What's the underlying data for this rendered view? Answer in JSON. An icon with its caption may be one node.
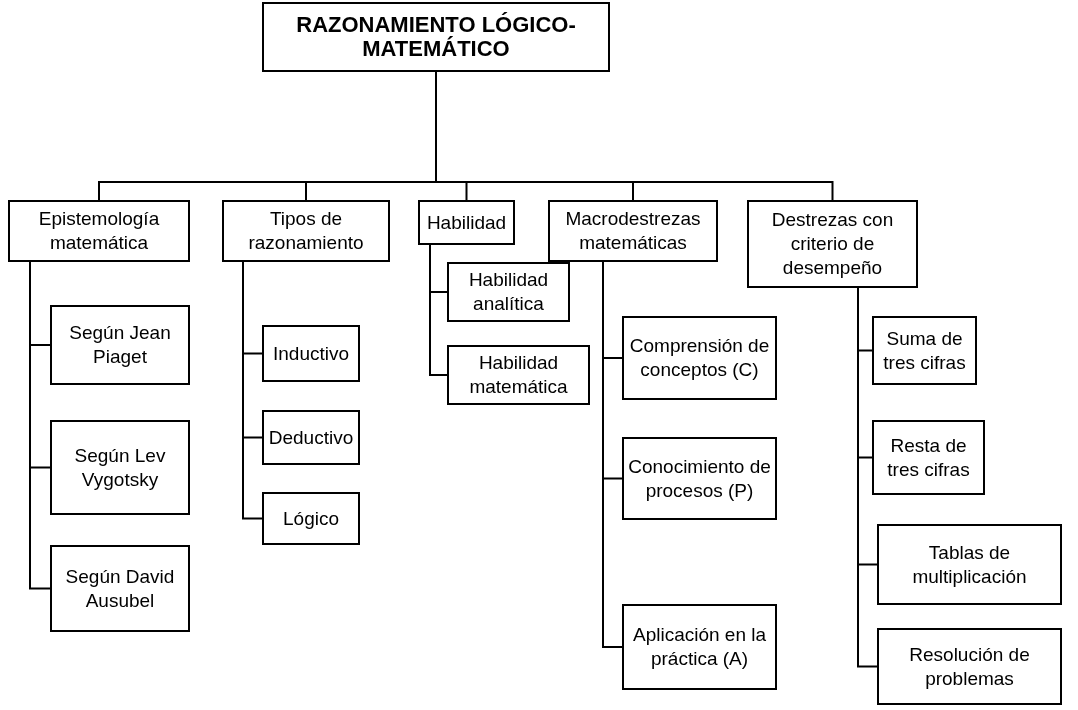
{
  "diagram": {
    "nodes": [
      {
        "text": [
          "RAZONAMIENTO LÓGICO-MATEMÁTICO"
        ]
      },
      {
        "text": [
          "Epistemología matemática"
        ]
      },
      {
        "text": [
          "Según Jean Piaget"
        ]
      },
      {
        "text": [
          "Según Lev Vygotsky"
        ]
      },
      {
        "text": [
          "Según David Ausubel"
        ]
      },
      {
        "text": [
          "Tipos de razonamiento"
        ]
      },
      {
        "text": [
          "Inductivo"
        ]
      },
      {
        "text": [
          "Deductivo"
        ]
      },
      {
        "text": [
          "Lógico"
        ]
      },
      {
        "text": [
          "Habilidad"
        ]
      },
      {
        "text": [
          "Habilidad analítica"
        ]
      },
      {
        "text": [
          "Habilidad matemática"
        ]
      },
      {
        "text": [
          "Macrodestrezas matemáticas"
        ]
      },
      {
        "text": [
          "Comprensión de conceptos (C)"
        ]
      },
      {
        "text": [
          "Conocimiento de procesos (P)"
        ]
      },
      {
        "text": [
          "Aplicación en la práctica (A)"
        ]
      },
      {
        "text": [
          "Destrezas con criterio de desempeño"
        ]
      },
      {
        "text": [
          "Suma de tres cifras"
        ]
      },
      {
        "text": [
          "Resta de tres cifras"
        ]
      },
      {
        "text": [
          "Tablas de multiplicación"
        ]
      },
      {
        "text": [
          "Resolución de problemas"
        ]
      }
    ],
    "edges": [
      {
        "from": 0,
        "to": 1,
        "arrow": "none"
      },
      {
        "from": 0,
        "to": 5,
        "arrow": "none"
      },
      {
        "from": 0,
        "to": 9,
        "arrow": "none"
      },
      {
        "from": 0,
        "to": 12,
        "arrow": "none"
      },
      {
        "from": 0,
        "to": 16,
        "arrow": "none"
      },
      {
        "from": 1,
        "to": 2,
        "arrow": "none"
      },
      {
        "from": 1,
        "to": 3,
        "arrow": "none"
      },
      {
        "from": 1,
        "to": 4,
        "arrow": "none"
      },
      {
        "from": 5,
        "to": 6,
        "arrow": "none"
      },
      {
        "from": 5,
        "to": 7,
        "arrow": "none"
      },
      {
        "from": 5,
        "to": 8,
        "arrow": "none"
      },
      {
        "from": 9,
        "to": 10,
        "arrow": "none"
      },
      {
        "from": 9,
        "to": 11,
        "arrow": "none"
      },
      {
        "from": 12,
        "to": 13,
        "arrow": "none"
      },
      {
        "from": 12,
        "to": 14,
        "arrow": "none"
      },
      {
        "from": 12,
        "to": 15,
        "arrow": "none"
      },
      {
        "from": 16,
        "to": 17,
        "arrow": "none"
      },
      {
        "from": 16,
        "to": 18,
        "arrow": "none"
      },
      {
        "from": 16,
        "to": 19,
        "arrow": "none"
      },
      {
        "from": 16,
        "to": 20,
        "arrow": "none"
      }
    ]
  }
}
